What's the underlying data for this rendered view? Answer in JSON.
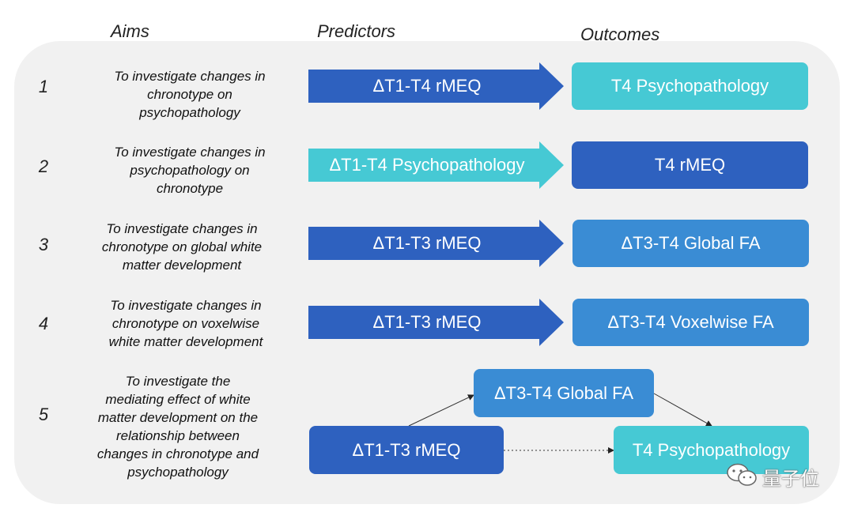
{
  "headers": {
    "aims": "Aims",
    "predictors": "Predictors",
    "outcomes": "Outcomes"
  },
  "rows": [
    {
      "number": "1",
      "aim_lines": [
        "To investigate changes in",
        "chronotype on",
        "psychopathology"
      ],
      "predictor": "ΔT1-T4 rMEQ",
      "outcome": "T4 Psychopathology"
    },
    {
      "number": "2",
      "aim_lines": [
        "To investigate changes in",
        "psychopathology on",
        "chronotype"
      ],
      "predictor": "ΔT1-T4 Psychopathology",
      "outcome": "T4 rMEQ"
    },
    {
      "number": "3",
      "aim_lines": [
        "To investigate changes in",
        "chronotype on global white",
        "matter development"
      ],
      "predictor": "ΔT1-T3 rMEQ",
      "outcome": "ΔT3-T4 Global FA"
    },
    {
      "number": "4",
      "aim_lines": [
        "To investigate changes in",
        "chronotype on voxelwise",
        "white matter development"
      ],
      "predictor": "ΔT1-T3 rMEQ",
      "outcome": "ΔT3-T4 Voxelwise FA"
    },
    {
      "number": "5",
      "aim_lines": [
        "To investigate the",
        "mediating effect of white",
        "matter development on the",
        "relationship between",
        "changes in chronotype and",
        "psychopathology"
      ],
      "predictor": "ΔT1-T3 rMEQ",
      "mediator": "ΔT3-T4 Global FA",
      "outcome": "T4 Psychopathology"
    }
  ],
  "colors": {
    "dark_blue": "#2e61bf",
    "mid_blue": "#3a8cd4",
    "teal": "#46c9d4",
    "panel": "#f1f1f1"
  },
  "watermark": {
    "icon": "wechat-icon",
    "text": "量子位"
  }
}
